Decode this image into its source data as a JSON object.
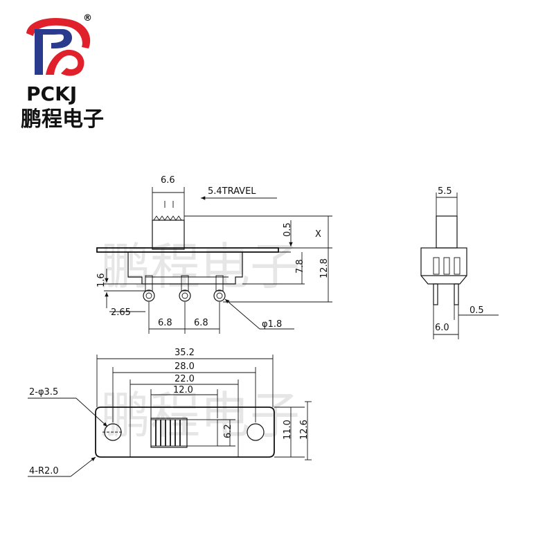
{
  "brand": {
    "name": "PCKJ",
    "name_cn": "鹏程电子",
    "registered_mark": "®",
    "colors": {
      "red": "#e0202a",
      "blue": "#2a3a8c"
    }
  },
  "watermark": "鹏程电子",
  "front_view": {
    "knob_width": "6.6",
    "travel": "5.4TRAVEL",
    "knob_height": "0.5",
    "knob_x": "X",
    "body_height": "7.8",
    "total_height": "12.8",
    "pin_height": "1.6",
    "pin_offset": "2.65",
    "pitch_a": "6.8",
    "pitch_b": "6.8",
    "hole_dia": "φ1.8"
  },
  "side_view": {
    "knob_width": "5.5",
    "pin_thickness": "0.5",
    "body_width": "6.0"
  },
  "top_view": {
    "overall": "35.2",
    "hole_spacing": "28.0",
    "body_length": "22.0",
    "slot_length": "12.0",
    "mount_holes": "2-φ3.5",
    "corner_radius": "4-R2.0",
    "slot_height": "6.2",
    "body_height": "11.0",
    "plate_height": "12.6"
  }
}
